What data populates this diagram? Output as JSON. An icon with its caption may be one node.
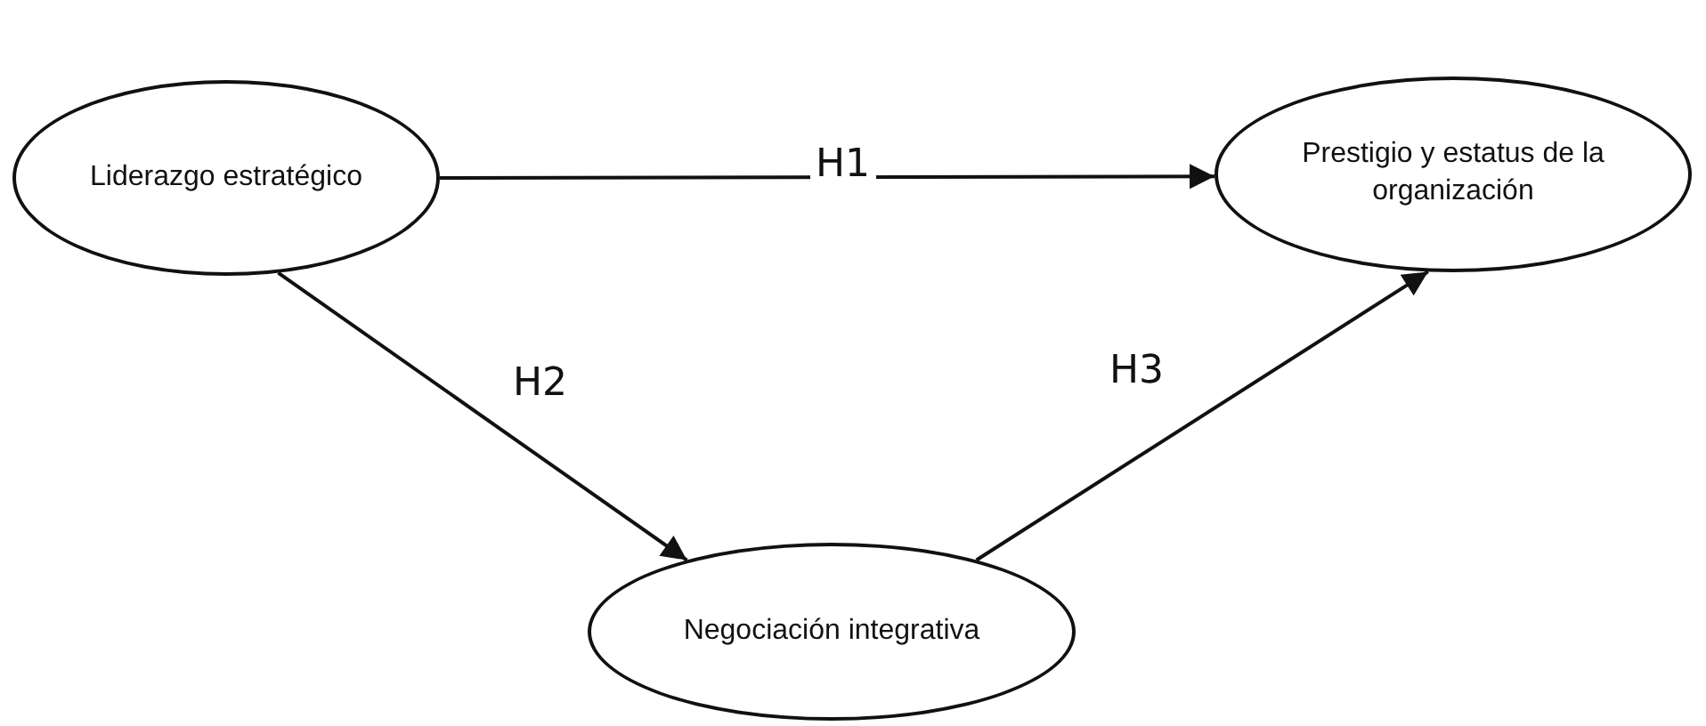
{
  "diagram": {
    "nodes": [
      {
        "text": [
          "Liderazgo estratégico"
        ]
      },
      {
        "text": [
          "Prestigio y estatus de la organización"
        ]
      },
      {
        "text": [
          "Negociación integrativa"
        ]
      }
    ],
    "edges": [
      {
        "from": 0,
        "to": 1,
        "arrow": "to",
        "label": "H1"
      },
      {
        "from": 0,
        "to": 2,
        "arrow": "to",
        "label": "H2"
      },
      {
        "from": 2,
        "to": 1,
        "arrow": "to",
        "label": "H3"
      }
    ]
  }
}
